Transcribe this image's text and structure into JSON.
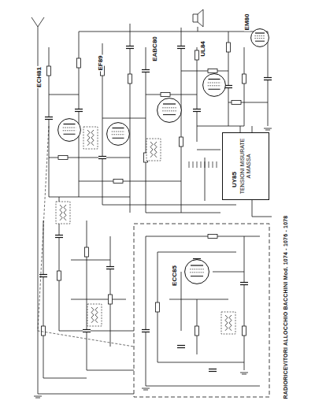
{
  "diagram": {
    "title": "RADIORICEVITORI ALLOCCHIO BACCHINI Mod. 1074 - 1076 - 1078",
    "nodes": [
      {
        "text": [
          "ECH81"
        ]
      },
      {
        "text": [
          "EF89"
        ]
      },
      {
        "text": [
          "EABC80"
        ]
      },
      {
        "text": [
          "UL84"
        ]
      },
      {
        "text": [
          "EM80"
        ]
      },
      {
        "text": [
          "UY85"
        ]
      },
      {
        "text": [
          "TENSIONI MISURATE A MASSA"
        ]
      },
      {
        "text": [
          "ECC85"
        ]
      }
    ]
  }
}
